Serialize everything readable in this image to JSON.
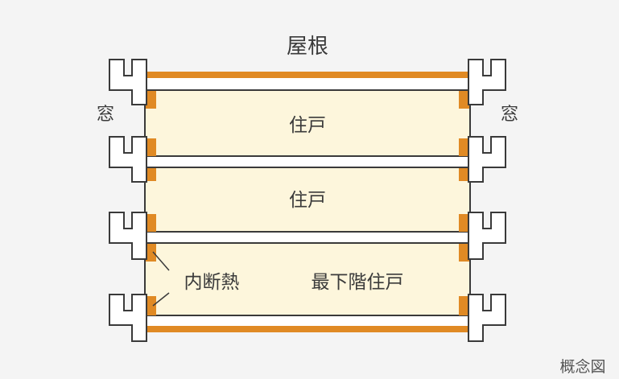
{
  "diagram": {
    "roof_label": "屋根",
    "window_label_left": "窓",
    "window_label_right": "窓",
    "dwelling_labels": [
      "住戸",
      "住戸",
      "最下階住戸"
    ],
    "insulation_label": "内断熱",
    "caption": "概念図"
  },
  "colors": {
    "background": "#f4f4f4",
    "room_fill": "#fdf6dc",
    "insulation": "#e08a24",
    "outline": "#3a3a3a",
    "wall_fill": "#ffffff"
  }
}
